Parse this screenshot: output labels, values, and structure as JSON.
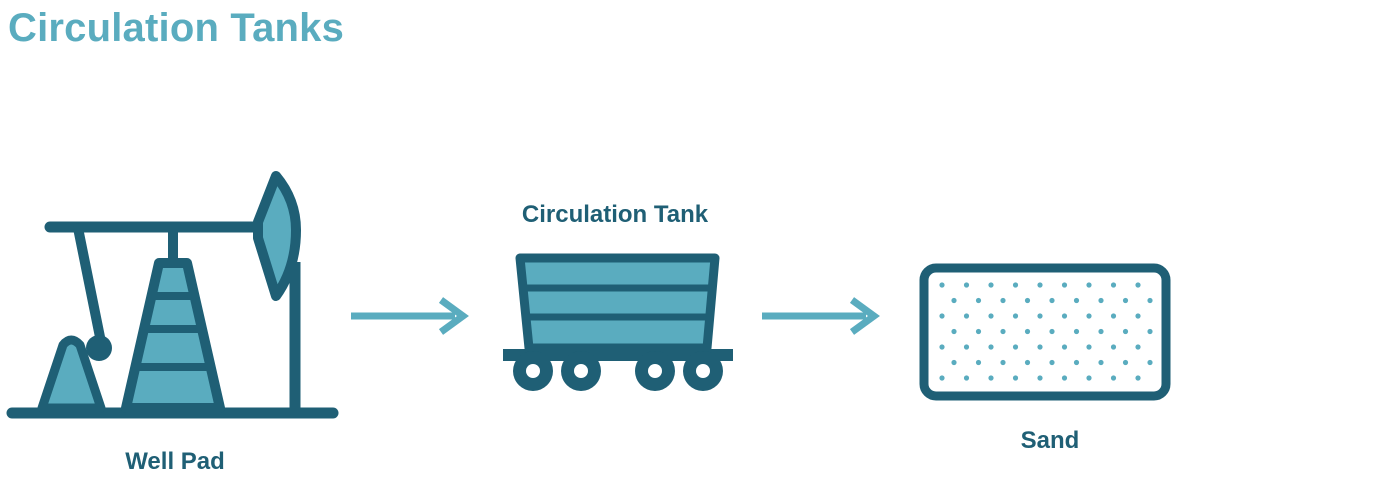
{
  "title": "Circulation Tanks",
  "colors": {
    "title": "#5aacbf",
    "dark": "#1f5f75",
    "light": "#5aacbf",
    "arrow": "#5aacbf",
    "background": "#ffffff"
  },
  "nodes": [
    {
      "id": "well-pad",
      "label": "Well Pad",
      "icon": "pumpjack-icon"
    },
    {
      "id": "circulation-tank",
      "label": "Circulation Tank",
      "icon": "tank-rail-car-icon"
    },
    {
      "id": "sand",
      "label": "Sand",
      "icon": "sand-dotted-box-icon"
    }
  ],
  "edges": [
    {
      "from": "well-pad",
      "to": "circulation-tank",
      "icon": "arrow-right-icon"
    },
    {
      "from": "circulation-tank",
      "to": "sand",
      "icon": "arrow-right-icon"
    }
  ]
}
